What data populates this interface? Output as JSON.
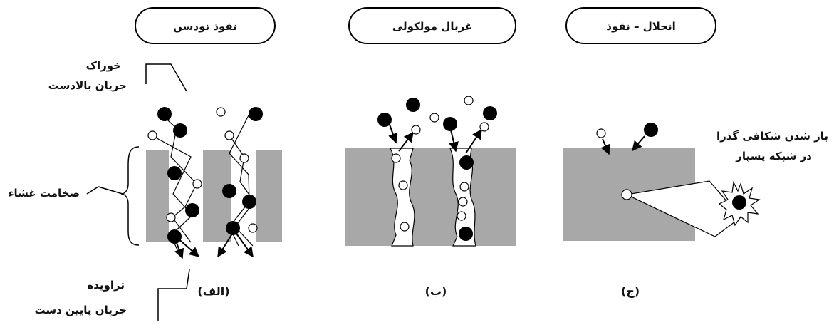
{
  "mechanisms": [
    {
      "id": "knudsen",
      "title": "نفوذ نودسن",
      "caption": "(الف)"
    },
    {
      "id": "sieve",
      "title": "غربال مولکولی",
      "caption": "(ب)"
    },
    {
      "id": "solution",
      "title": "انحلال – نفوذ",
      "caption": "(ج)"
    }
  ],
  "labels": {
    "feed": "خوراک",
    "upstream": "جریان بالادست",
    "thickness": "ضخامت غشاء",
    "permeate": "تراویده",
    "downstream": "جریان پایین دست",
    "gap_line1": "باز شدن شکافی گذرا",
    "gap_line2": "در شبکه پسپار"
  },
  "colors": {
    "membrane": "#a8a8a8",
    "molecule_large": "#000000",
    "molecule_small": "#ffffff",
    "line": "#000000"
  }
}
